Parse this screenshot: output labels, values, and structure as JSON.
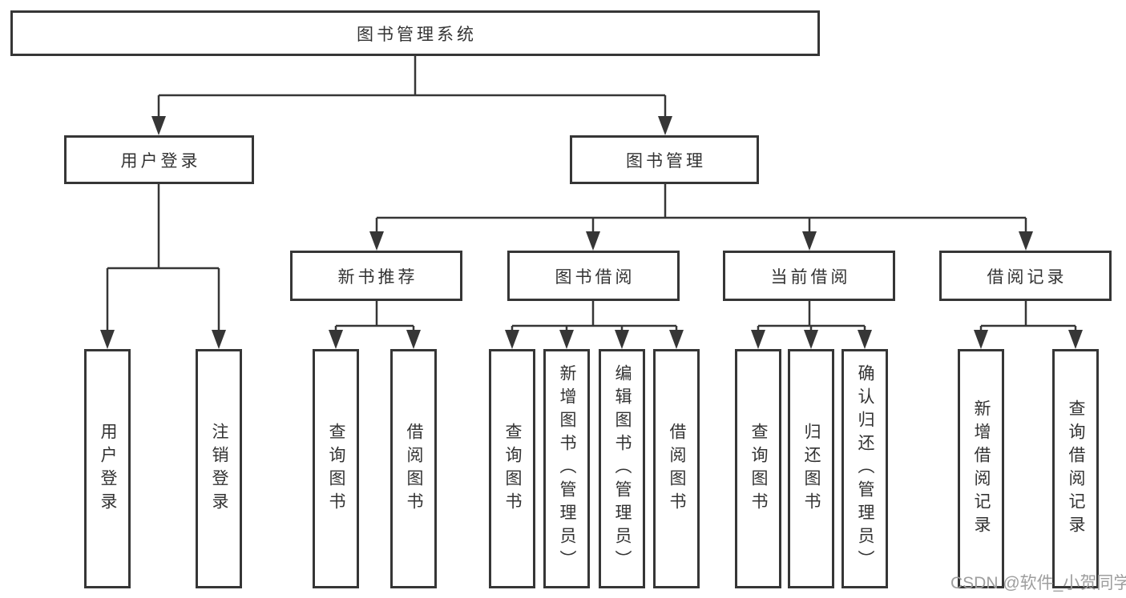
{
  "diagram_title": "图书管理系统",
  "root": {
    "label": "图书管理系统"
  },
  "level2": {
    "login": {
      "label": "用户登录"
    },
    "manage": {
      "label": "图书管理"
    }
  },
  "level3": {
    "recommend": {
      "label": "新书推荐"
    },
    "borrow": {
      "label": "图书借阅"
    },
    "current": {
      "label": "当前借阅"
    },
    "record": {
      "label": "借阅记录"
    }
  },
  "leaves": {
    "login_user": "用户登录",
    "login_logout": "注销登录",
    "recommend_query": "查询图书",
    "recommend_borrow": "借阅图书",
    "borrow_query": "查询图书",
    "borrow_add": "新增图书（管理员）",
    "borrow_edit": "编辑图书（管理员）",
    "borrow_borrow": "借阅图书",
    "current_query": "查询图书",
    "current_return": "归还图书",
    "current_confirm": "确认归还（管理员）",
    "record_add": "新增借阅记录",
    "record_query": "查询借阅记录"
  },
  "watermark": {
    "text": "CSDN @软件_小贺同学"
  },
  "colors": {
    "line": "#363636",
    "text": "#333333",
    "background": "#ffffff",
    "watermark": "#9e9e9e"
  }
}
